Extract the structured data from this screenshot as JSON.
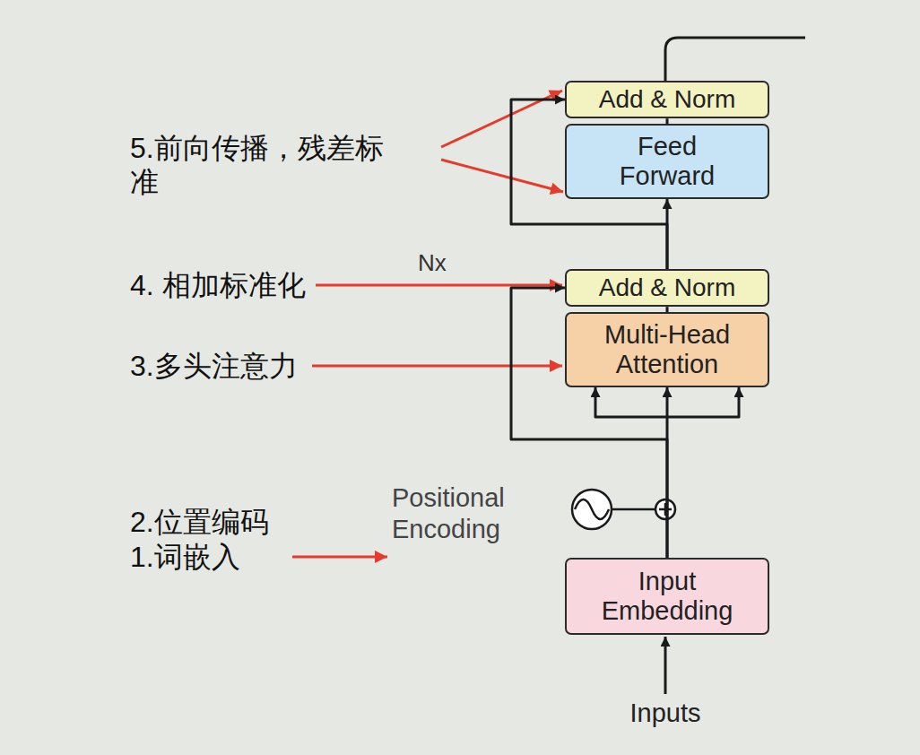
{
  "diagram": {
    "nodes": [
      {
        "text": [
          "Nx"
        ]
      },
      {
        "text": [
          "Add & Norm"
        ],
        "in": 0
      },
      {
        "text": [
          "Feed Forward"
        ],
        "in": 0
      },
      {
        "text": [
          "Add & Norm"
        ],
        "in": 0
      },
      {
        "text": [
          "Multi-Head Attention"
        ],
        "in": 0
      },
      {
        "text": [
          "Input Embedding"
        ]
      }
    ],
    "edges": [
      {
        "from": 5,
        "to": 4,
        "arrow": "to"
      },
      {
        "from": 4,
        "to": 3,
        "arrow": "none"
      },
      {
        "from": 3,
        "to": 2,
        "arrow": "to"
      },
      {
        "from": 2,
        "to": 1,
        "arrow": "none"
      },
      {
        "from": 5,
        "to": 3,
        "arrow": "to"
      },
      {
        "from": 3,
        "to": 1,
        "arrow": "to"
      }
    ],
    "labels": [
      "5.前向传播，残差标准",
      "4. 相加标准化",
      "3.多头注意力",
      "2.位置编码",
      "1.词嵌入",
      "Positional Encoding",
      "Inputs"
    ]
  }
}
